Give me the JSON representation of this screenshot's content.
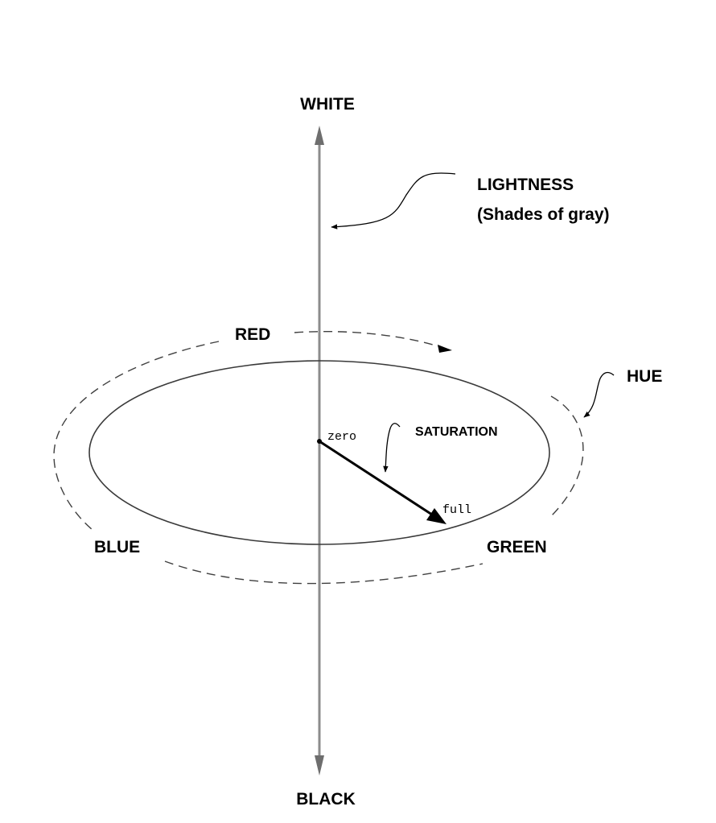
{
  "labels": {
    "white": "WHITE",
    "black": "BLACK",
    "lightness": "LIGHTNESS",
    "lightness_sub": "(Shades of gray)",
    "red": "RED",
    "hue": "HUE",
    "saturation": "SATURATION",
    "zero": "zero",
    "full": "full",
    "blue": "BLUE",
    "green": "GREEN"
  },
  "colors": {
    "axis": "#8c8c8c",
    "axis_head": "#6e6e6e",
    "ink": "#000000",
    "outline": "#3a3a3a",
    "dashed": "#404040"
  }
}
